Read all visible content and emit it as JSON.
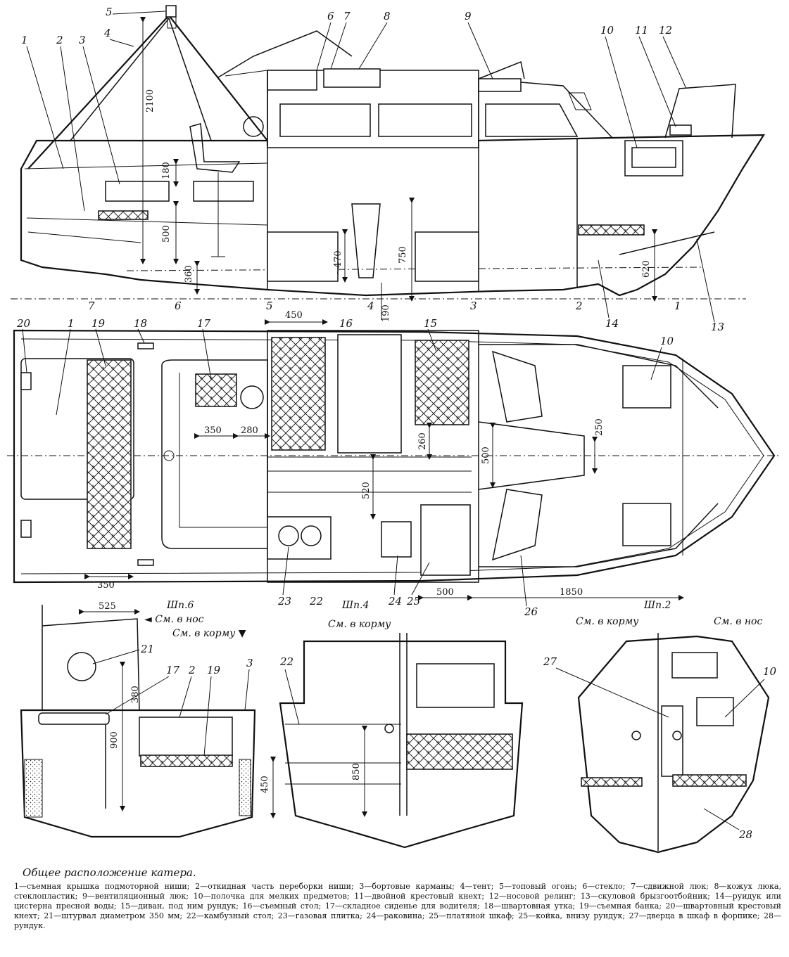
{
  "callouts": {
    "c1": "1",
    "c2": "2",
    "c3": "3",
    "c4": "4",
    "c5": "5",
    "c6": "6",
    "c7": "7",
    "c8": "8",
    "c9": "9",
    "c10": "10",
    "c11": "11",
    "c12": "12",
    "c13": "13",
    "c14": "14",
    "c15": "15",
    "c16": "16",
    "c17": "17",
    "c18": "18",
    "c19": "19",
    "c20": "20",
    "c21": "21",
    "c22": "22",
    "c23": "23",
    "c24": "24",
    "c25": "25",
    "c26": "26",
    "c27": "27",
    "c28": "28"
  },
  "dimensions": {
    "d2100": "2100",
    "d180": "180",
    "d500": "500",
    "d360": "360",
    "d470": "~470",
    "d750": "750",
    "d620": "620",
    "d190": "190",
    "d450": "450",
    "d350": "350",
    "d280": "280",
    "d260": "260",
    "d250": "250",
    "d520": "520",
    "d1850": "1850",
    "d525": "525",
    "d380": "380",
    "d900": "900",
    "d850": "850"
  },
  "frames": {
    "f7": "7",
    "f6": "6",
    "f5": "5",
    "f4": "4",
    "f3": "3",
    "f2": "2",
    "f1": "1",
    "sp6": "Шп.6",
    "sp4": "Шп.4",
    "sp2": "Шп.2"
  },
  "view_labels": {
    "to_bow": "◄ См. в нос",
    "to_stern": "См. в корму ▼",
    "to_stern_sp4": "См. в корму",
    "to_stern_sp2": "См. в корму",
    "to_bow_sp2": "См. в нос"
  },
  "caption": {
    "title": "Общее расположение катера.",
    "legend": "1—съемная крышка подмоторной ниши; 2—откидная часть переборки ниши; 3—бортовые карманы; 4—тент; 5—топовый огонь; 6—стекло; 7—сдвижной люк; 8—кожух люка, стеклопластик; 9—вентиляционный люк; 10—полочка для мелких предметов; 11—двойной крестовый кнехт; 12—носовой релинг; 13—скуловой брызгоотбойник; 14—руидук или цистерна пресной воды; 15—диван, под ним рундук; 16—съемный стол; 17—складное сиденье для водителя; 18—швартовная утка; 19—съемная банка; 20—швартовный крестовый кнехт; 21—штурвал диаметром 350 мм; 22—камбузный стол; 23—газовая плитка; 24—раковина; 25—платяной шкаф; 25—койка, внизу рундук; 27—дверца в шкаф в форпике; 28—рундук."
  }
}
